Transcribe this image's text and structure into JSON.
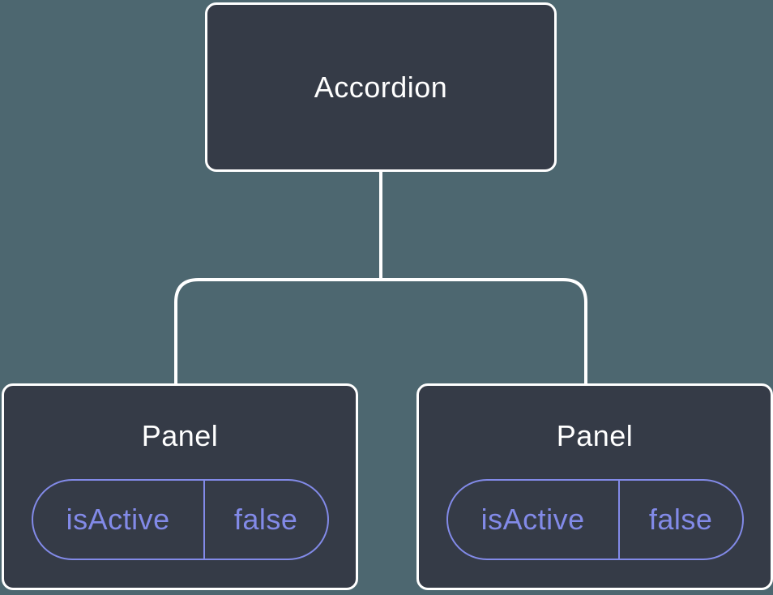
{
  "theme": {
    "background_color": "#4D6770",
    "node_fill": "#353B47",
    "node_border": "#FFFFFF",
    "node_text": "#FFFFFF",
    "accent_purple": "#828AE8",
    "connector": "#FFFFFF"
  },
  "tree": {
    "root": {
      "label": "Accordion"
    },
    "children": [
      {
        "label": "Panel",
        "state": {
          "name": "isActive",
          "value": "false"
        }
      },
      {
        "label": "Panel",
        "state": {
          "name": "isActive",
          "value": "false"
        }
      }
    ]
  }
}
